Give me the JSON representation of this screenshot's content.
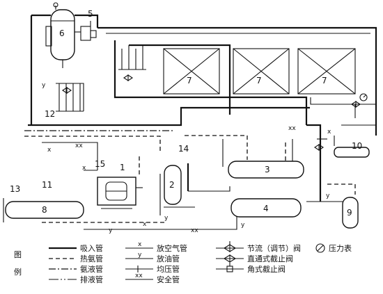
{
  "equipment_labels": {
    "n1": "1",
    "n2": "2",
    "n3": "3",
    "n4": "4",
    "n5": "5",
    "n6": "6",
    "n7": "7",
    "n8": "8",
    "n9": "9",
    "n10": "10",
    "n11": "11",
    "n12": "12",
    "n13": "13",
    "n14": "14",
    "n15": "15"
  },
  "legend": {
    "heading": "图\n例",
    "heading_top": "图",
    "heading_bottom": "例",
    "col1": [
      "吸入管",
      "热氨管",
      "氨液管",
      "排液管"
    ],
    "col2": [
      "放空气管",
      "放油管",
      "均压管",
      "安全管"
    ],
    "col3": [
      "节流（调节）阀",
      "直通式截止阀",
      "角式截止阀"
    ],
    "col4": [
      "压力表"
    ],
    "line_markers": {
      "air": "x",
      "oil": "y",
      "safety": "xx"
    }
  },
  "inline_markers": {
    "x": "x",
    "y": "y",
    "xx": "xx"
  }
}
